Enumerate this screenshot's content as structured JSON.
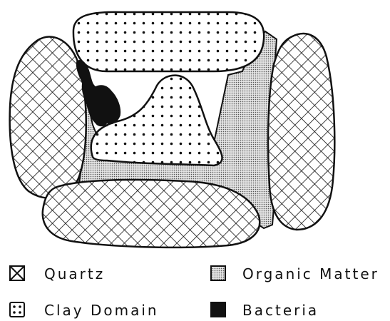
{
  "legend": {
    "items": [
      {
        "label": "Quartz",
        "pattern": "crosshatch"
      },
      {
        "label": "Clay Domain",
        "pattern": "dots"
      },
      {
        "label": "Organic Matter",
        "pattern": "fine-stipple"
      },
      {
        "label": "Bacteria",
        "pattern": "solid"
      }
    ]
  },
  "colors": {
    "ink": "#111111",
    "background": "#ffffff",
    "stipple_fill": "#d6d6d6"
  }
}
